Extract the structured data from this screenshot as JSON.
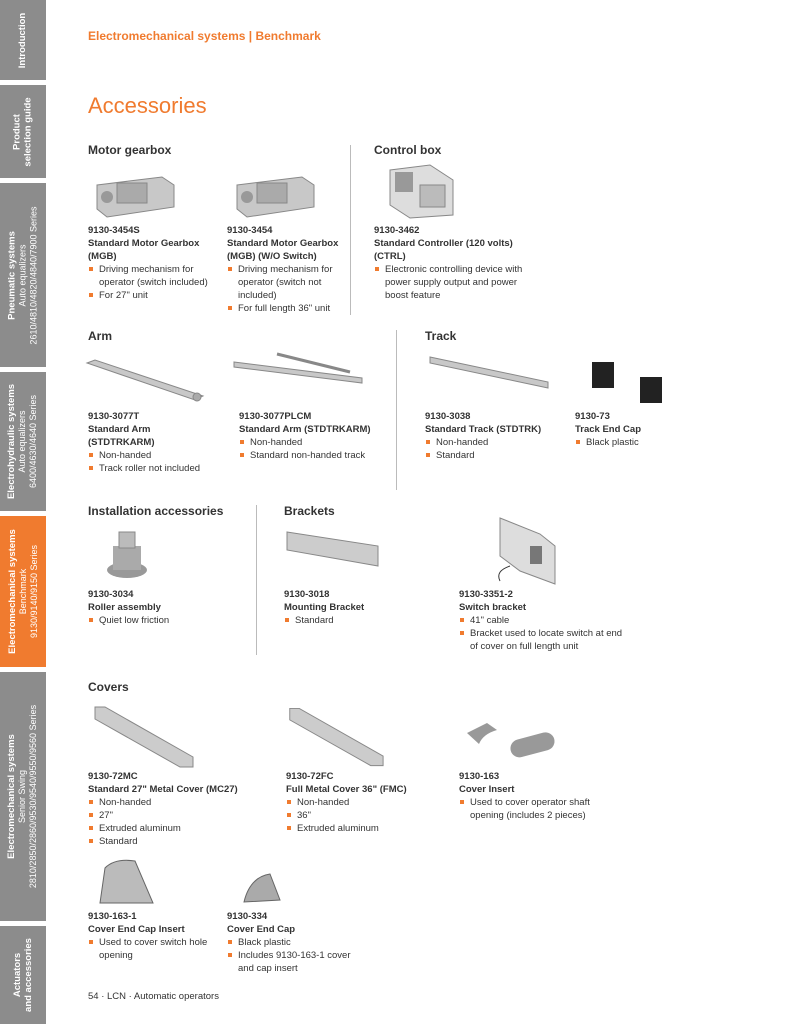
{
  "sidebar": {
    "tabs": [
      {
        "title": "Introduction",
        "sub": []
      },
      {
        "title": "Product",
        "sub": [
          "selection guide"
        ]
      },
      {
        "title": "Pneumatic systems",
        "sub": [
          "Auto equalizers",
          "2610/4810/4820/4840/7900 Series"
        ]
      },
      {
        "title": "Electrohydraulic systems",
        "sub": [
          "Auto equalizers",
          "6400/4630/4640 Series"
        ]
      },
      {
        "title": "Electromechanical systems",
        "sub": [
          "Benchmark",
          "9130/9140/9150 Series"
        ],
        "active": true
      },
      {
        "title": "Electromechanical systems",
        "sub": [
          "Senior Swing",
          "2810/2850/2860/9530/9540/9550/9560 Series"
        ]
      },
      {
        "title": "Actuators",
        "sub": [
          "and accessories"
        ]
      }
    ]
  },
  "header": {
    "breadcrumb": "Electromechanical systems  |  Benchmark",
    "title": "Accessories"
  },
  "sections": [
    "Motor gearbox",
    "Control box",
    "Arm",
    "Track",
    "Installation accessories",
    "Brackets",
    "Covers"
  ],
  "items": [
    {
      "code": "9130-3454S",
      "name": [
        "Standard Motor Gearbox",
        "(MGB)"
      ],
      "bullets": [
        "Driving mechanism for operator (switch included)",
        "For 27\" unit"
      ],
      "icon": "motor-gearbox"
    },
    {
      "code": "9130-3454",
      "name": [
        "Standard Motor Gearbox",
        "(MGB) (W/O Switch)"
      ],
      "bullets": [
        "Driving mechanism for operator (switch not included)",
        "For full length 36\" unit"
      ],
      "icon": "motor-gearbox"
    },
    {
      "code": "9130-3462",
      "name": [
        "Standard Controller (120 volts)",
        "(CTRL)"
      ],
      "bullets": [
        "Electronic controlling device with power supply output and power boost feature"
      ],
      "icon": "controller"
    },
    {
      "code": "9130-3077T",
      "name": [
        "Standard Arm",
        "(STDTRKARM)"
      ],
      "bullets": [
        "Non-handed",
        "Track roller not included"
      ],
      "icon": "arm"
    },
    {
      "code": "9130-3077PLCM",
      "name": [
        "Standard Arm (STDTRKARM)"
      ],
      "bullets": [
        "Non-handed",
        "Standard non-handed track"
      ],
      "icon": "arm-track"
    },
    {
      "code": "9130-3038",
      "name": [
        "Standard Track (STDTRK)"
      ],
      "bullets": [
        "Non-handed",
        "Standard"
      ],
      "icon": "track"
    },
    {
      "code": "9130-73",
      "name": [
        "Track End Cap"
      ],
      "bullets": [
        "Black plastic"
      ],
      "icon": "end-cap"
    },
    {
      "code": "9130-3034",
      "name": [
        "Roller assembly"
      ],
      "bullets": [
        "Quiet low friction"
      ],
      "icon": "roller"
    },
    {
      "code": "9130-3018",
      "name": [
        "Mounting Bracket"
      ],
      "bullets": [
        "Standard"
      ],
      "icon": "bracket"
    },
    {
      "code": "9130-3351-2",
      "name": [
        "Switch bracket"
      ],
      "bullets": [
        "41\" cable",
        "Bracket used to locate switch at end of cover on full length unit"
      ],
      "icon": "switch-bracket"
    },
    {
      "code": "9130-72MC",
      "name": [
        "Standard 27\" Metal Cover (MC27)"
      ],
      "bullets": [
        "Non-handed",
        "27\"",
        "Extruded aluminum",
        "Standard"
      ],
      "icon": "cover"
    },
    {
      "code": "9130-72FC",
      "name": [
        "Full Metal Cover 36\" (FMC)"
      ],
      "bullets": [
        "Non-handed",
        "36\"",
        "Extruded aluminum"
      ],
      "icon": "cover"
    },
    {
      "code": "9130-163",
      "name": [
        "Cover Insert"
      ],
      "bullets": [
        "Used to cover operator shaft opening (includes 2 pieces)"
      ],
      "icon": "cover-insert"
    },
    {
      "code": "9130-163-1",
      "name": [
        "Cover End Cap Insert"
      ],
      "bullets": [
        "Used to cover switch hole opening"
      ],
      "icon": "cover-end-cap-insert"
    },
    {
      "code": "9130-334",
      "name": [
        "Cover End Cap"
      ],
      "bullets": [
        "Black plastic",
        "Includes 9130-163-1 cover and cap insert"
      ],
      "icon": "cover-end-cap"
    }
  ],
  "footer": "54  ·  LCN  ·  Automatic operators"
}
